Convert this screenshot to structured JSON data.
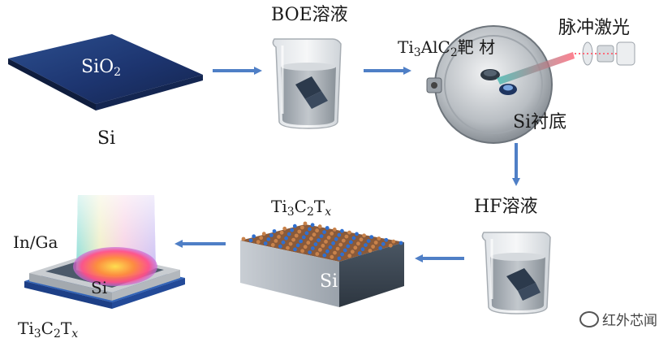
{
  "labels": {
    "sio2_main": "SiO",
    "sio2_sub": "2",
    "si_substrate": "Si",
    "boe": "BOE溶液",
    "target_ti": "Ti",
    "target_3": "3",
    "target_alc": "AlC",
    "target_2": "2",
    "target_suffix": "靶 材",
    "pulse_laser": "脉冲激光",
    "si_base": "Si衬底",
    "hf": "HF溶液",
    "mx_top_ti": "Ti",
    "mx_top_3": "3",
    "mx_top_c": "C",
    "mx_top_2": "2",
    "mx_top_t": "T",
    "mx_top_x": "x",
    "si_block": "Si",
    "inga": "In/Ga",
    "si_device": "Si",
    "mx_bottom_ti": "Ti",
    "mx_bottom_3": "3",
    "mx_bottom_c": "C",
    "mx_bottom_2": "2",
    "mx_bottom_t": "T",
    "mx_bottom_x": "x"
  },
  "watermark": {
    "icon": "wechat-bubble-icon",
    "text": "红外芯闻"
  },
  "colors": {
    "arrow": "#4f7fc6",
    "wafer": "#1f3a6e",
    "liquid": "#b9c0c8",
    "chamber": "#8d949b",
    "si_block": "#3f4b57"
  }
}
